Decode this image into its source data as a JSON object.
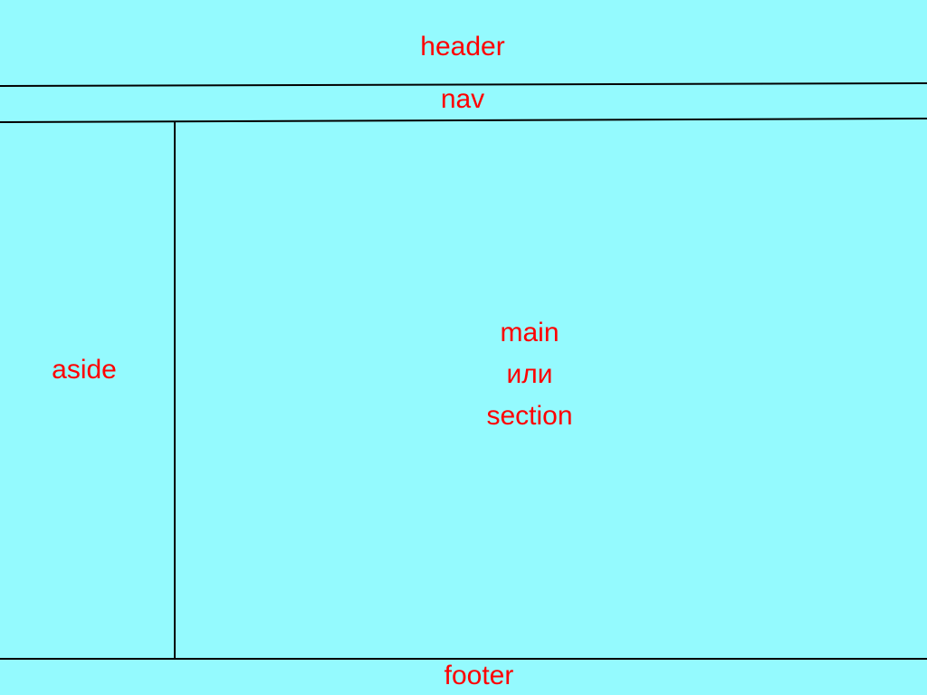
{
  "regions": {
    "header": "header",
    "nav": "nav",
    "aside": "aside",
    "main_line1": "main",
    "main_line2": "или",
    "main_line3": "section",
    "footer": "footer"
  },
  "colors": {
    "background": "#94fafe",
    "label": "#ff0000",
    "border": "#000000"
  }
}
